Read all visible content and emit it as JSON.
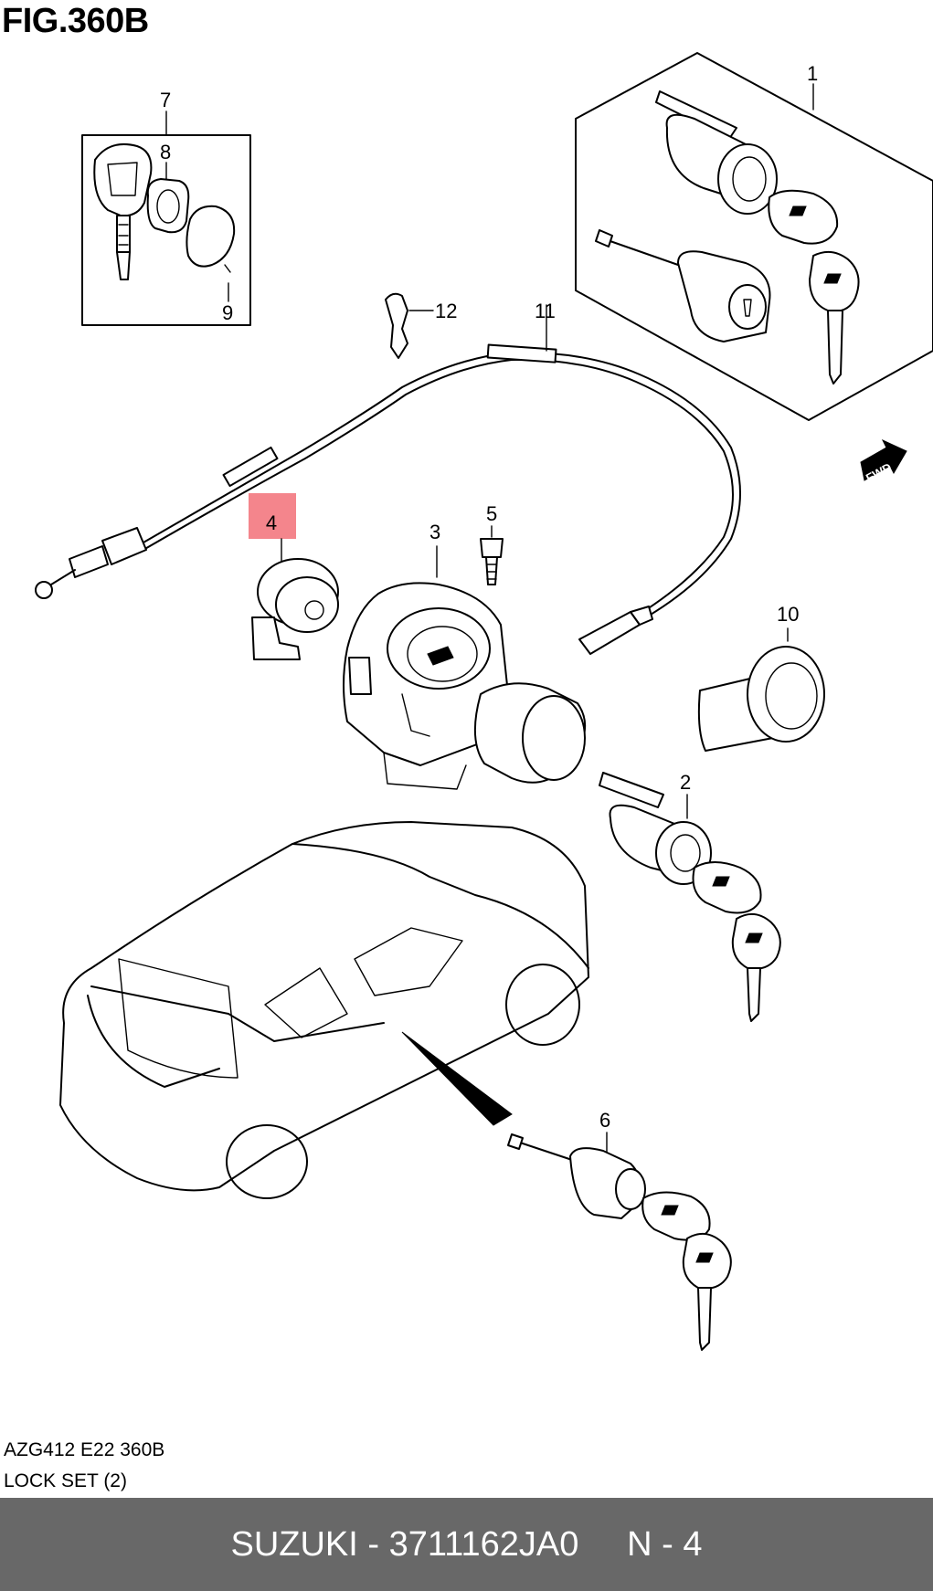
{
  "figure": {
    "title": "FIG.360B"
  },
  "callouts": {
    "c1": "1",
    "c2": "2",
    "c3": "3",
    "c4": "4",
    "c5": "5",
    "c6": "6",
    "c7": "7",
    "c8": "8",
    "c9": "9",
    "c10": "10",
    "c11": "11",
    "c12": "12",
    "highlighted": "4",
    "highlight_color": "#f4858c"
  },
  "direction_badge": {
    "label": "FWD"
  },
  "caption": {
    "code": "AZG412 E22 360B",
    "name": "LOCK SET (2)"
  },
  "footer": {
    "text": "SUZUKI - 3711162JA0     N - 4",
    "background": "#686868",
    "text_color": "#ffffff"
  }
}
